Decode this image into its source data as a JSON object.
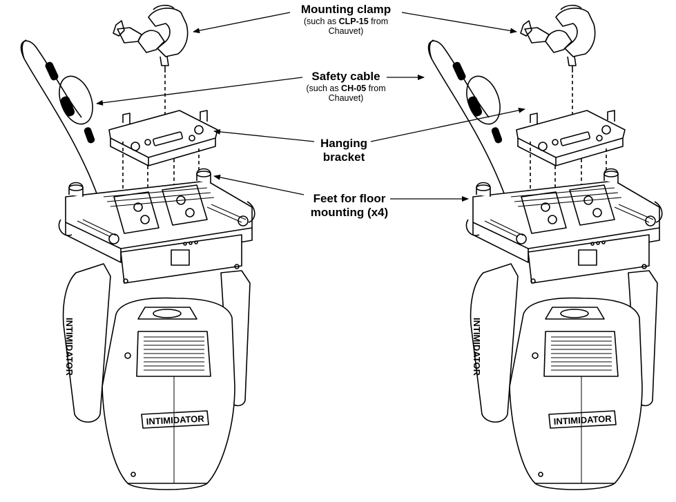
{
  "labels": {
    "mounting_clamp": {
      "title": "Mounting clamp",
      "sub_prefix": "(such as ",
      "sub_model": "CLP-15",
      "sub_suffix": " from",
      "sub_line2": "Chauvet)"
    },
    "safety_cable": {
      "title": "Safety cable",
      "sub_prefix": "(such as ",
      "sub_model": "CH-05",
      "sub_suffix": " from",
      "sub_line2": "Chauvet)"
    },
    "hanging_bracket": {
      "line1": "Hanging",
      "line2": "bracket"
    },
    "feet": {
      "line1": "Feet for floor",
      "line2": "mounting (x4)"
    }
  },
  "fixture": {
    "logo_text": "INTIMIDATOR",
    "side_text": "INTIMIDATOR"
  },
  "colors": {
    "line": "#000000",
    "background": "#ffffff",
    "shade": "#e6e6e6"
  }
}
